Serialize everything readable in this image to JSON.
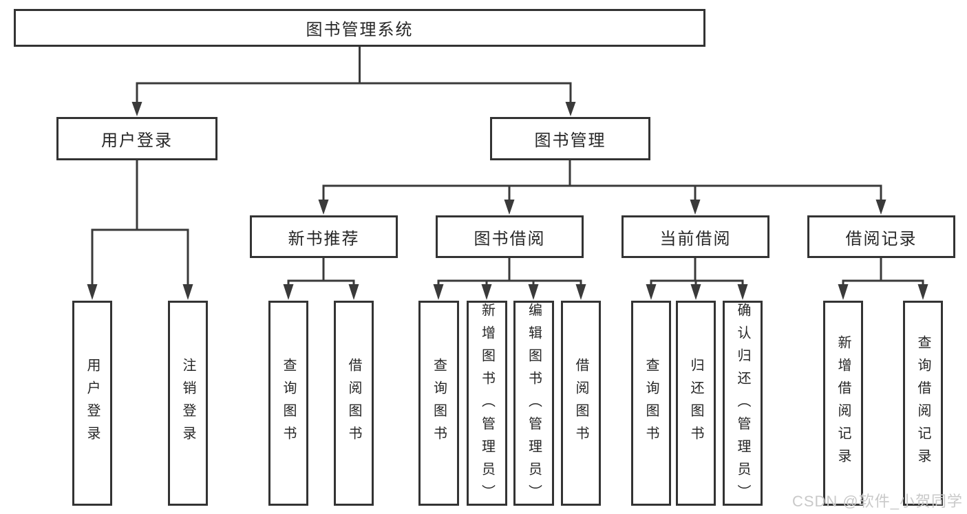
{
  "diagram": {
    "root": {
      "label": "图书管理系统"
    },
    "level2": [
      {
        "label": "用户登录"
      },
      {
        "label": "图书管理"
      }
    ],
    "level3": [
      {
        "label": "新书推荐"
      },
      {
        "label": "图书借阅"
      },
      {
        "label": "当前借阅"
      },
      {
        "label": "借阅记录"
      }
    ],
    "leaves": {
      "user_login": [
        "用户登录",
        "注销登录"
      ],
      "new_book_recommendation": [
        "查询图书",
        "借阅图书"
      ],
      "book_borrowing": [
        "查询图书",
        "新增图书（管理员）",
        "编辑图书（管理员）",
        "借阅图书"
      ],
      "current_borrowing": [
        "查询图书",
        "归还图书",
        "确认归还（管理员）"
      ],
      "borrowing_records": [
        "新增借阅记录",
        "查询借阅记录"
      ]
    }
  },
  "watermark": {
    "text": "CSDN @软件_小贺同学"
  },
  "colors": {
    "line": "#3a3a3a",
    "box_border": "#333333",
    "text": "#262626",
    "watermark": "#c9c9c9",
    "background": "#ffffff"
  }
}
